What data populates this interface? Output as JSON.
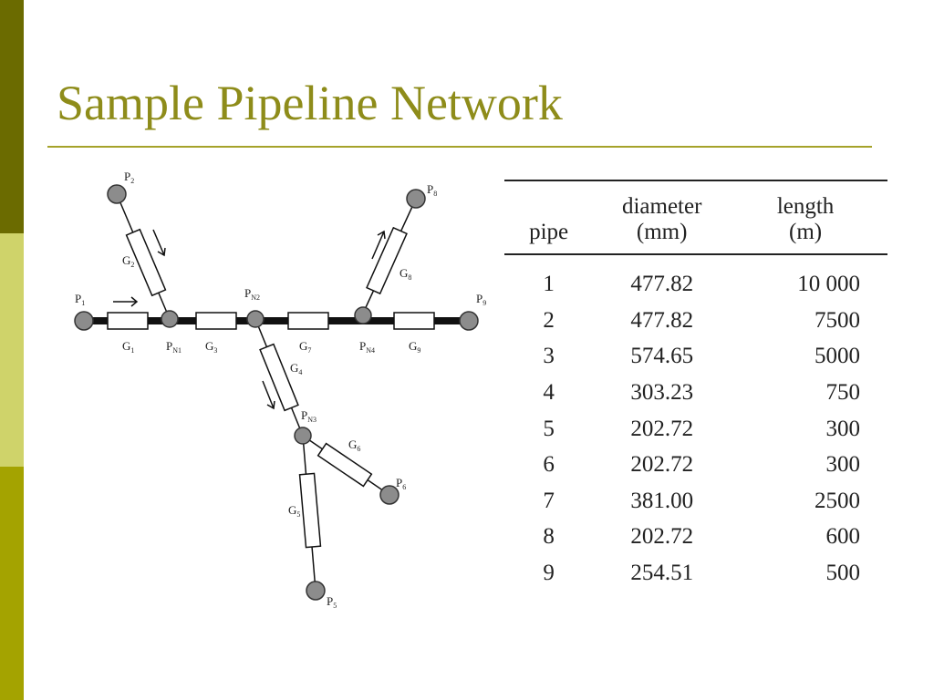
{
  "slide": {
    "title": "Sample Pipeline Network",
    "colors": {
      "title": "#8e8c1a",
      "rule": "#a5a22a",
      "bar_top": "#6b6b00",
      "bar_mid": "#cfd36a",
      "bar_bottom": "#a4a300"
    }
  },
  "network": {
    "nodes": [
      {
        "id": "P1",
        "label": "P",
        "sub": "1"
      },
      {
        "id": "PN1",
        "label": "P",
        "sub": "N1"
      },
      {
        "id": "PN2",
        "label": "P",
        "sub": "N2"
      },
      {
        "id": "PN4",
        "label": "P",
        "sub": "N4"
      },
      {
        "id": "P9",
        "label": "P",
        "sub": "9"
      },
      {
        "id": "P2",
        "label": "P",
        "sub": "2"
      },
      {
        "id": "P8",
        "label": "P",
        "sub": "8"
      },
      {
        "id": "PN3",
        "label": "P",
        "sub": "N3"
      },
      {
        "id": "P6",
        "label": "P",
        "sub": "6"
      },
      {
        "id": "P5",
        "label": "P",
        "sub": "5"
      }
    ],
    "pipes": [
      {
        "id": "G1",
        "label": "G",
        "sub": "1"
      },
      {
        "id": "G2",
        "label": "G",
        "sub": "2"
      },
      {
        "id": "G3",
        "label": "G",
        "sub": "3"
      },
      {
        "id": "G4",
        "label": "G",
        "sub": "4"
      },
      {
        "id": "G5",
        "label": "G",
        "sub": "5"
      },
      {
        "id": "G6",
        "label": "G",
        "sub": "6"
      },
      {
        "id": "G7",
        "label": "G",
        "sub": "7"
      },
      {
        "id": "G8",
        "label": "G",
        "sub": "8"
      },
      {
        "id": "G9",
        "label": "G",
        "sub": "9"
      }
    ]
  },
  "table": {
    "headers": {
      "pipe": "pipe",
      "diameter": "diameter",
      "diameter_unit": "(mm)",
      "length": "length",
      "length_unit": "(m)"
    },
    "rows": [
      {
        "pipe": "1",
        "diameter": "477.82",
        "length": "10 000"
      },
      {
        "pipe": "2",
        "diameter": "477.82",
        "length": "7500"
      },
      {
        "pipe": "3",
        "diameter": "574.65",
        "length": "5000"
      },
      {
        "pipe": "4",
        "diameter": "303.23",
        "length": "750"
      },
      {
        "pipe": "5",
        "diameter": "202.72",
        "length": "300"
      },
      {
        "pipe": "6",
        "diameter": "202.72",
        "length": "300"
      },
      {
        "pipe": "7",
        "diameter": "381.00",
        "length": "2500"
      },
      {
        "pipe": "8",
        "diameter": "202.72",
        "length": "600"
      },
      {
        "pipe": "9",
        "diameter": "254.51",
        "length": "500"
      }
    ]
  }
}
